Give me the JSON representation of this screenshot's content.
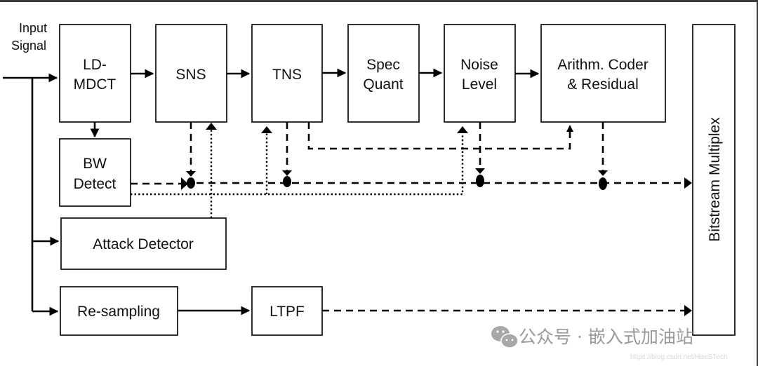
{
  "diagram": {
    "title": "LC3 Encoder Block Diagram",
    "input_label_line1": "Input",
    "input_label_line2": "Signal",
    "blocks": {
      "ldmdct": {
        "line1": "LD-",
        "line2": "MDCT"
      },
      "sns": {
        "line1": "SNS"
      },
      "tns": {
        "line1": "TNS"
      },
      "specquant": {
        "line1": "Spec",
        "line2": "Quant"
      },
      "noiselevel": {
        "line1": "Noise",
        "line2": "Level"
      },
      "arith": {
        "line1": "Arithm. Coder",
        "line2": "& Residual"
      },
      "bwdetect": {
        "line1": "BW",
        "line2": "Detect"
      },
      "attack": {
        "line1": "Attack Detector"
      },
      "resampling": {
        "line1": "Re-sampling"
      },
      "ltpf": {
        "line1": "LTPF"
      },
      "bitstream": {
        "line1": "Bitstream Multiplex"
      }
    },
    "connections": [
      {
        "from": "input",
        "to": "ldmdct",
        "style": "solid"
      },
      {
        "from": "ldmdct",
        "to": "sns",
        "style": "solid"
      },
      {
        "from": "sns",
        "to": "tns",
        "style": "solid"
      },
      {
        "from": "tns",
        "to": "specquant",
        "style": "solid"
      },
      {
        "from": "specquant",
        "to": "noiselevel",
        "style": "solid"
      },
      {
        "from": "noiselevel",
        "to": "arith",
        "style": "solid"
      },
      {
        "from": "ldmdct",
        "to": "bwdetect",
        "style": "solid"
      },
      {
        "from": "input",
        "to": "attack",
        "style": "solid"
      },
      {
        "from": "input",
        "to": "resampling",
        "style": "solid"
      },
      {
        "from": "resampling",
        "to": "ltpf",
        "style": "solid"
      },
      {
        "from": "bwdetect",
        "to": "bitstream",
        "style": "dashed"
      },
      {
        "from": "sns",
        "to": "bitstream",
        "style": "dashed"
      },
      {
        "from": "tns",
        "to": "bitstream",
        "style": "dashed"
      },
      {
        "from": "tns",
        "to": "arith",
        "style": "dashed"
      },
      {
        "from": "noiselevel",
        "to": "bitstream",
        "style": "dashed"
      },
      {
        "from": "arith",
        "to": "bitstream",
        "style": "dashed"
      },
      {
        "from": "ltpf",
        "to": "bitstream",
        "style": "dashed"
      },
      {
        "from": "bwdetect",
        "to": [
          "tns",
          "noiselevel"
        ],
        "style": "dotted"
      },
      {
        "from": "attack",
        "to": "sns",
        "style": "dotted"
      }
    ]
  },
  "watermark": {
    "icon": "wechat-icon",
    "text": "公众号 · 嵌入式加油站",
    "url_text": "https://blog.csdn.net/HaeSTech"
  }
}
